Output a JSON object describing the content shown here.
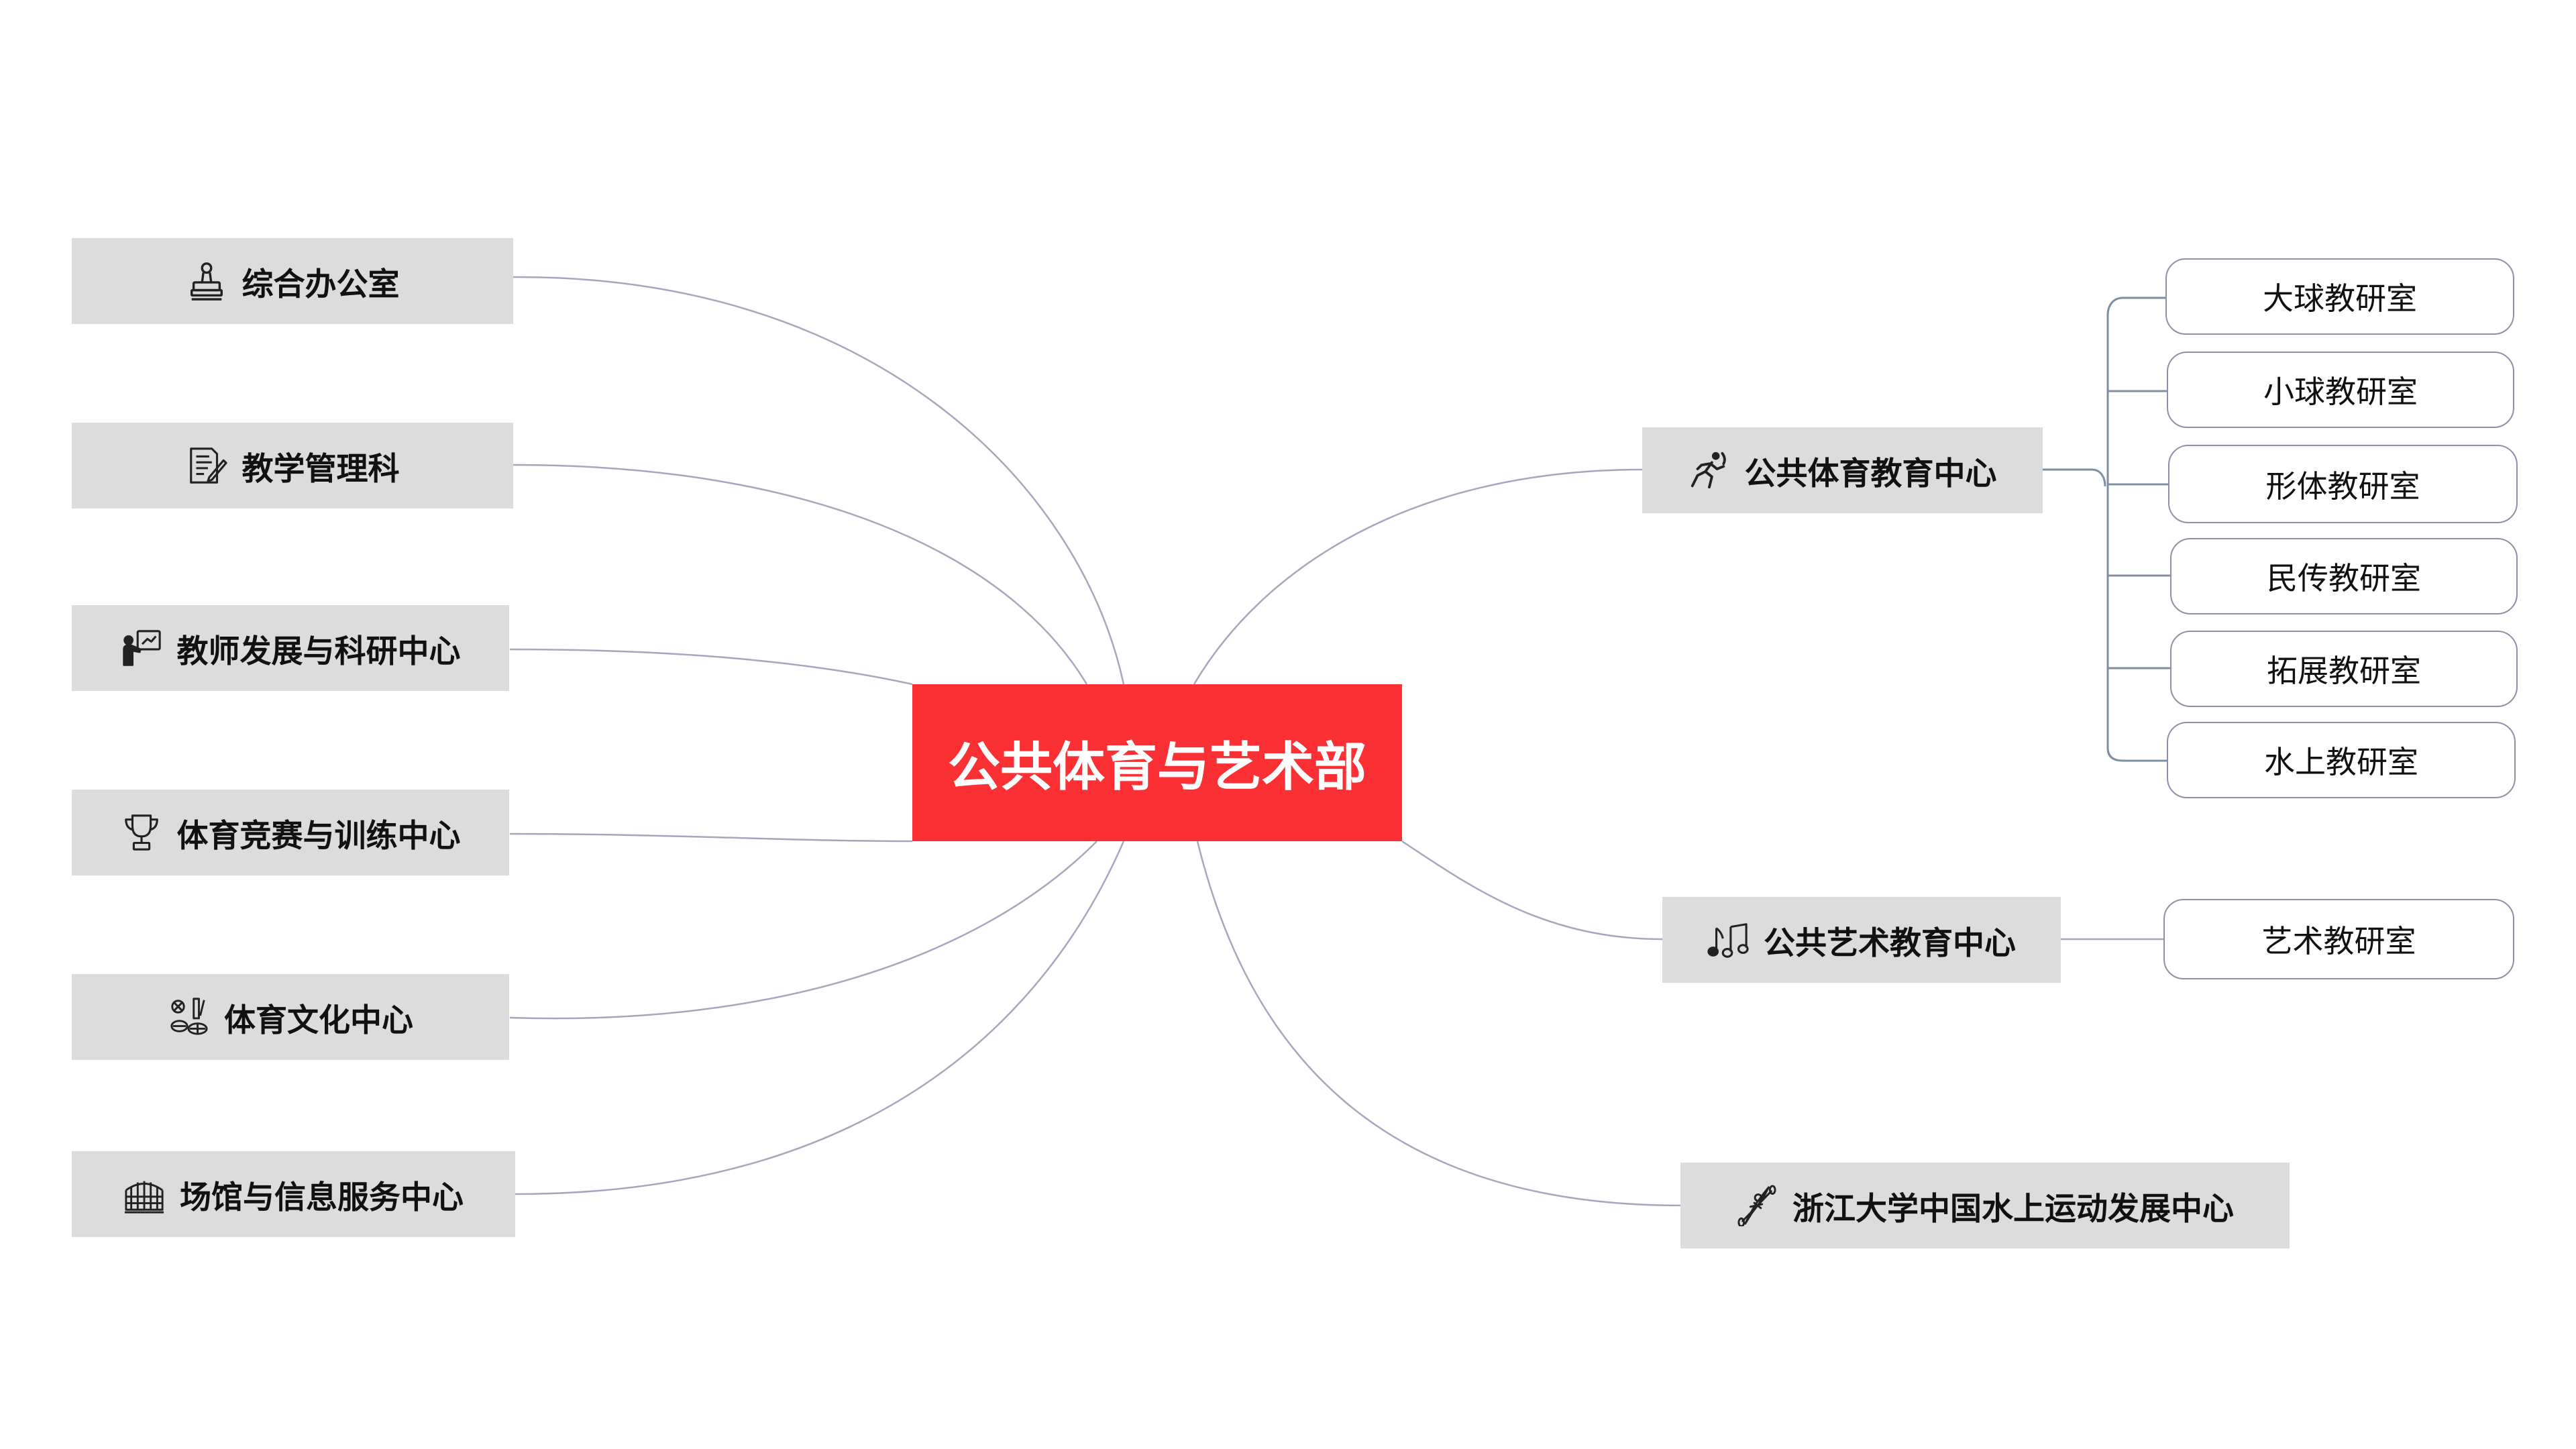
{
  "root": {
    "label": "公共体育与艺术部",
    "color": "#fa3035"
  },
  "left_branches": [
    {
      "label": "综合办公室",
      "icon": "stamp-icon"
    },
    {
      "label": "教学管理科",
      "icon": "document-edit-icon"
    },
    {
      "label": "教师发展与科研中心",
      "icon": "teacher-board-icon"
    },
    {
      "label": "体育竞赛与训练中心",
      "icon": "trophy-icon"
    },
    {
      "label": "体育文化中心",
      "icon": "sports-equipment-icon"
    },
    {
      "label": "场馆与信息服务中心",
      "icon": "stadium-icon"
    }
  ],
  "right_branches": [
    {
      "label": "公共体育教育中心",
      "icon": "runner-icon",
      "children": [
        "大球教研室",
        "小球教研室",
        "形体教研室",
        "民传教研室",
        "拓展教研室",
        "水上教研室"
      ]
    },
    {
      "label": "公共艺术教育中心",
      "icon": "music-note-icon",
      "children": [
        "艺术教研室"
      ]
    },
    {
      "label": "浙江大学中国水上运动发展中心",
      "icon": "rowing-icon",
      "children": []
    }
  ]
}
